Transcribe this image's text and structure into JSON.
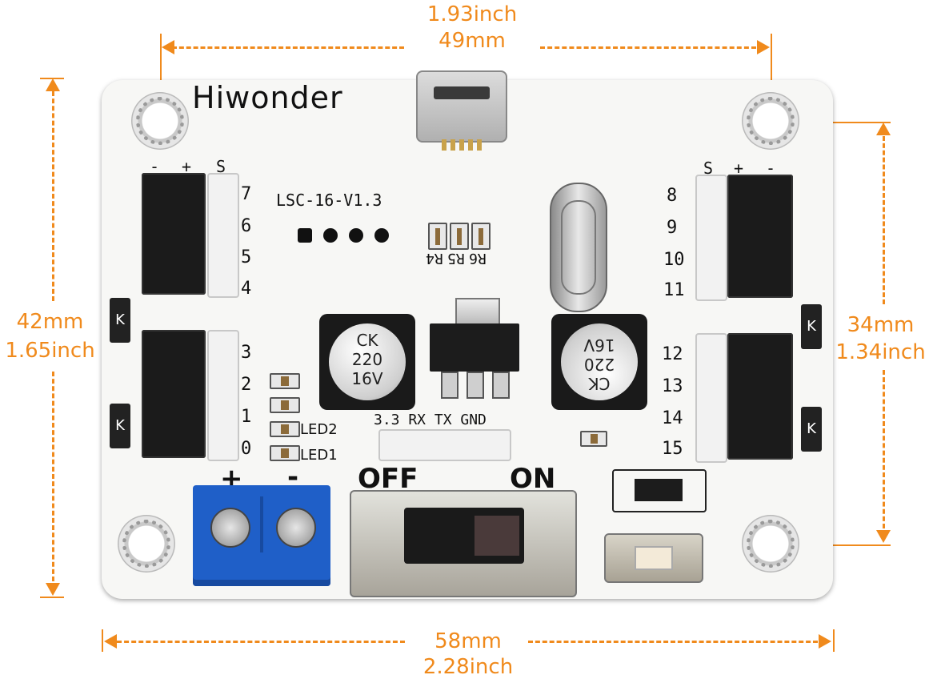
{
  "dimensions": {
    "top": {
      "inch": "1.93inch",
      "mm": "49mm"
    },
    "left": {
      "mm": "42mm",
      "inch": "1.65inch"
    },
    "right": {
      "mm": "34mm",
      "inch": "1.34inch"
    },
    "bottom": {
      "mm": "58mm",
      "inch": "2.28inch"
    }
  },
  "board": {
    "brand": "Hiwonder",
    "model": "LSC-16-V1.3",
    "left_pins_top": [
      "7",
      "6",
      "5",
      "4"
    ],
    "left_pins_bottom": [
      "3",
      "2",
      "1",
      "0"
    ],
    "right_pins_top": [
      "8",
      "9",
      "10",
      "11"
    ],
    "right_pins_bottom": [
      "12",
      "13",
      "14",
      "15"
    ],
    "header_polarity_left": [
      "-",
      "+",
      "S"
    ],
    "header_polarity_right": [
      "S",
      "+",
      "-"
    ],
    "resistors": [
      "R4",
      "R5",
      "R6"
    ],
    "capacitor_text": [
      "CK",
      "220",
      "16V"
    ],
    "led_labels": [
      "LED2",
      "LED1"
    ],
    "uart_pins": "3.3 RX TX GND",
    "diode_label": "K",
    "power_plus": "+",
    "power_minus": "-",
    "switch_off": "OFF",
    "switch_on": "ON"
  },
  "colors": {
    "dimension": "#f08a1c",
    "terminal": "#1f5fc8"
  }
}
